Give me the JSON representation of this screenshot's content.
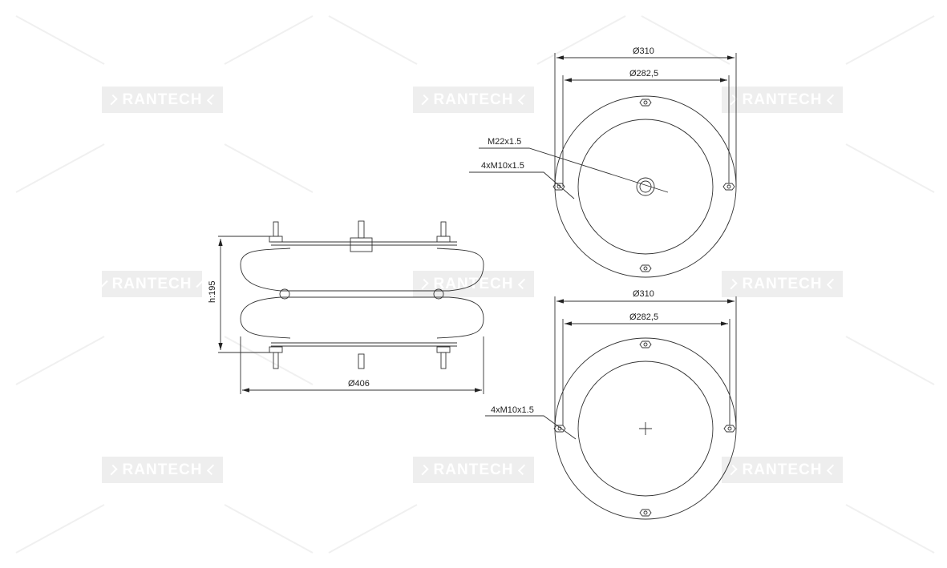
{
  "watermark": "RANTECH",
  "side_view": {
    "height_label": "h:195",
    "diameter_label": "Ø406"
  },
  "top_view": {
    "outer_diameter": "Ø310",
    "bolt_circle": "Ø282,5",
    "center_thread": "M22x1.5",
    "bolt_thread": "4xM10x1.5"
  },
  "bottom_view": {
    "outer_diameter": "Ø310",
    "bolt_circle": "Ø282,5",
    "bolt_thread": "4xM10x1.5"
  }
}
